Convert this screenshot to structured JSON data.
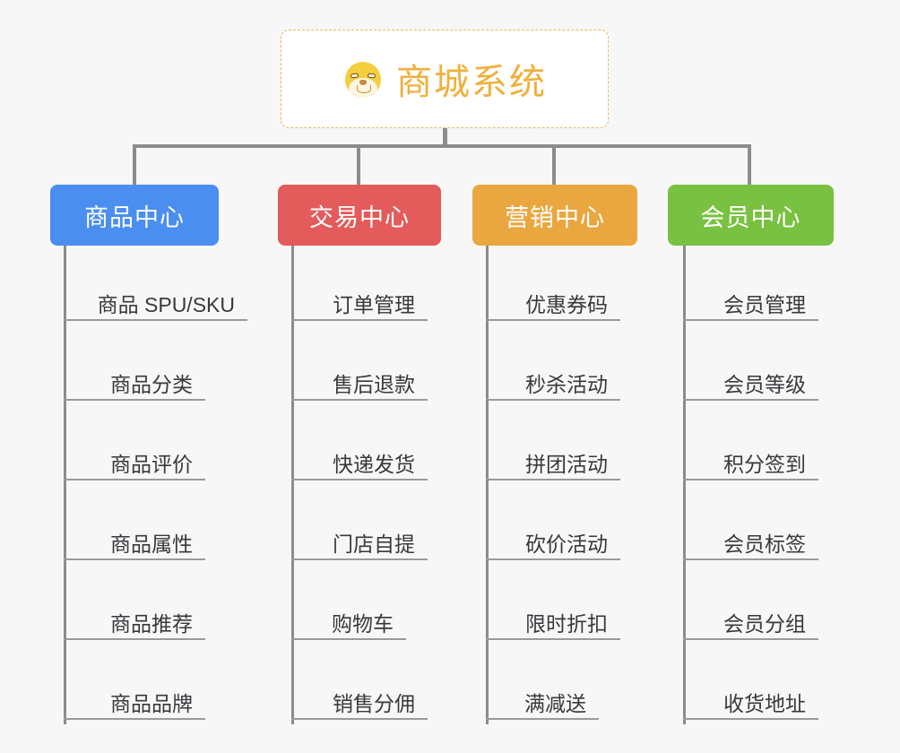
{
  "background_color": "#f7f7f7",
  "root": {
    "title": "商城系统",
    "icon": "shiba-dog-face-emoji",
    "title_color": "#f0b03c",
    "border_color": "#e8b661"
  },
  "branches": [
    {
      "title": "商品中心",
      "color": "#4a8ef0",
      "items": [
        "商品 SPU/SKU",
        "商品分类",
        "商品评价",
        "商品属性",
        "商品推荐",
        "商品品牌"
      ]
    },
    {
      "title": "交易中心",
      "color": "#e35b5b",
      "items": [
        "订单管理",
        "售后退款",
        "快递发货",
        "门店自提",
        "购物车",
        "销售分佣"
      ]
    },
    {
      "title": "营销中心",
      "color": "#eaa73f",
      "items": [
        "优惠券码",
        "秒杀活动",
        "拼团活动",
        "砍价活动",
        "限时折扣",
        "满减送"
      ]
    },
    {
      "title": "会员中心",
      "color": "#79c141",
      "items": [
        "会员管理",
        "会员等级",
        "积分签到",
        "会员标签",
        "会员分组",
        "收货地址"
      ]
    }
  ],
  "connector_color": "#8c8c8c"
}
